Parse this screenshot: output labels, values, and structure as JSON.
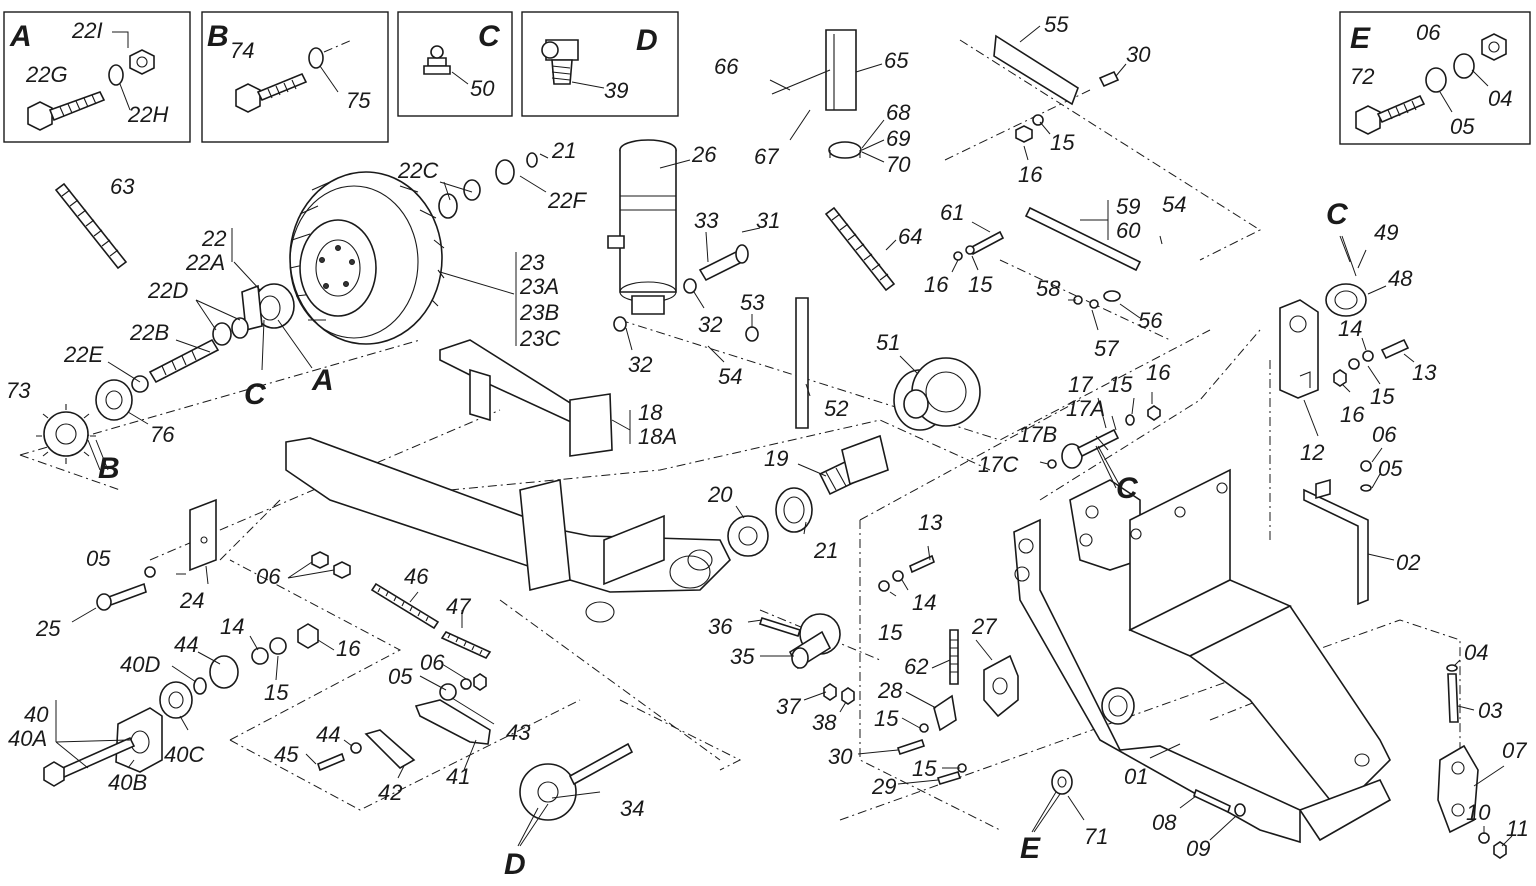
{
  "inset_boxes": [
    {
      "id": "A",
      "letter": "A",
      "parts": [
        "22I",
        "22G",
        "22H"
      ]
    },
    {
      "id": "B",
      "letter": "B",
      "parts": [
        "74",
        "75"
      ]
    },
    {
      "id": "C",
      "letter": "C",
      "parts": [
        "50"
      ]
    },
    {
      "id": "D",
      "letter": "D",
      "parts": [
        "39"
      ]
    },
    {
      "id": "E",
      "letter": "E",
      "parts": [
        "06",
        "04",
        "72",
        "05"
      ]
    }
  ],
  "ref_letters": {
    "a_near_hub": "A",
    "c_near_hub": "C",
    "b_sprocket": "B",
    "c_bracket": "C",
    "c_chain_gear": "C",
    "d_sprocket": "D",
    "e_bushing": "E"
  },
  "part_labels": {
    "p63": "63",
    "p22": "22",
    "p22A": "22A",
    "p22D": "22D",
    "p22B": "22B",
    "p22E": "22E",
    "p73": "73",
    "p76": "76",
    "p22C": "22C",
    "p21a": "21",
    "p22F": "22F",
    "p23": "23",
    "p23A": "23A",
    "p23B": "23B",
    "p23C": "23C",
    "p26": "26",
    "p33": "33",
    "p31": "31",
    "p32a": "32",
    "p32b": "32",
    "p53": "53",
    "p54a": "54",
    "p66": "66",
    "p65": "65",
    "p67": "67",
    "p68": "68",
    "p69": "69",
    "p70": "70",
    "p55": "55",
    "p30a": "30",
    "p15a": "15",
    "p16a": "16",
    "p64": "64",
    "p61": "61",
    "p59": "59",
    "p60": "60",
    "p54b": "54",
    "p16b": "16",
    "p15b": "15",
    "p58": "58",
    "p56": "56",
    "p57": "57",
    "p51": "51",
    "p52": "52",
    "p18": "18",
    "p18A": "18A",
    "p19": "19",
    "p20": "20",
    "p21b": "21",
    "p17": "17",
    "p17A": "17A",
    "p17B": "17B",
    "p17C": "17C",
    "p15c": "15",
    "p16c": "16",
    "p49": "49",
    "p48": "48",
    "p14a": "14",
    "p13a": "13",
    "p15d": "15",
    "p16d": "16",
    "p12": "12",
    "p06a": "06",
    "p05a": "05",
    "p02": "02",
    "p13b": "13",
    "p14b": "14",
    "p15e": "15",
    "p05b": "05",
    "p24": "24",
    "p25": "25",
    "p06b": "06",
    "p46": "46",
    "p47": "47",
    "p14c": "14",
    "p16e": "16",
    "p44a": "44",
    "p40D": "40D",
    "p15f": "15",
    "p05c": "05",
    "p06c": "06",
    "p40": "40",
    "p40A": "40A",
    "p40C": "40C",
    "p40B": "40B",
    "p43": "43",
    "p44b": "44",
    "p45": "45",
    "p42": "42",
    "p41": "41",
    "p36": "36",
    "p35": "35",
    "p37": "37",
    "p38": "38",
    "p27": "27",
    "p62": "62",
    "p28": "28",
    "p15g": "15",
    "p30b": "30",
    "p15h": "15",
    "p29": "29",
    "p34": "34",
    "p04": "04",
    "p03": "03",
    "p01": "01",
    "p08": "08",
    "p09": "09",
    "p71": "71",
    "p07": "07",
    "p10": "10",
    "p11": "11"
  }
}
